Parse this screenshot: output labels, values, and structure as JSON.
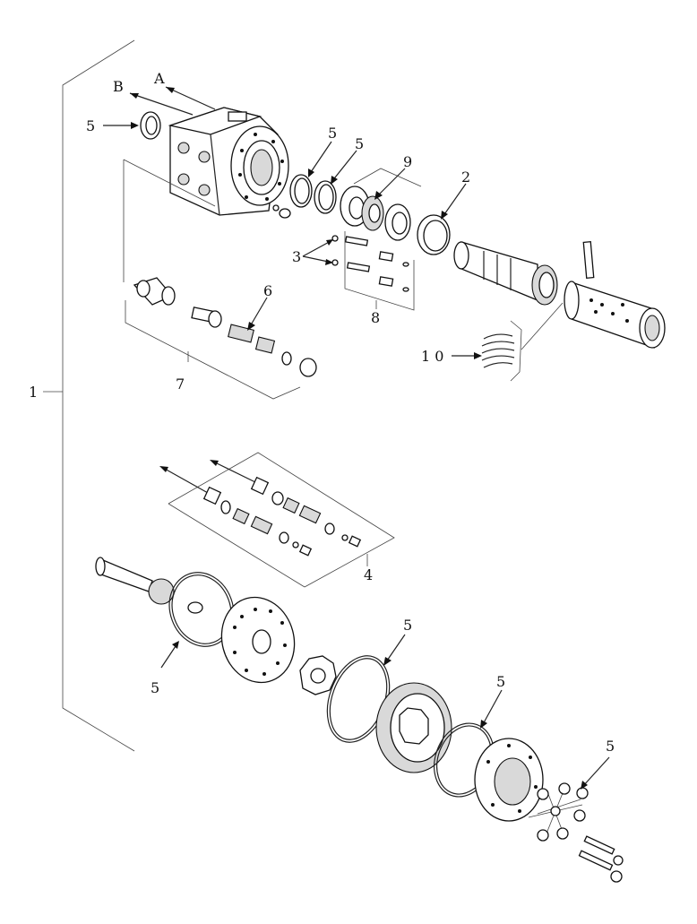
{
  "labels": {
    "A": "A",
    "B": "B",
    "l1": "1",
    "l2": "2",
    "l3": "3",
    "l4": "4",
    "l5": "5",
    "l6": "6",
    "l7": "7",
    "l8": "8",
    "l9": "9",
    "l10": "1 0"
  }
}
